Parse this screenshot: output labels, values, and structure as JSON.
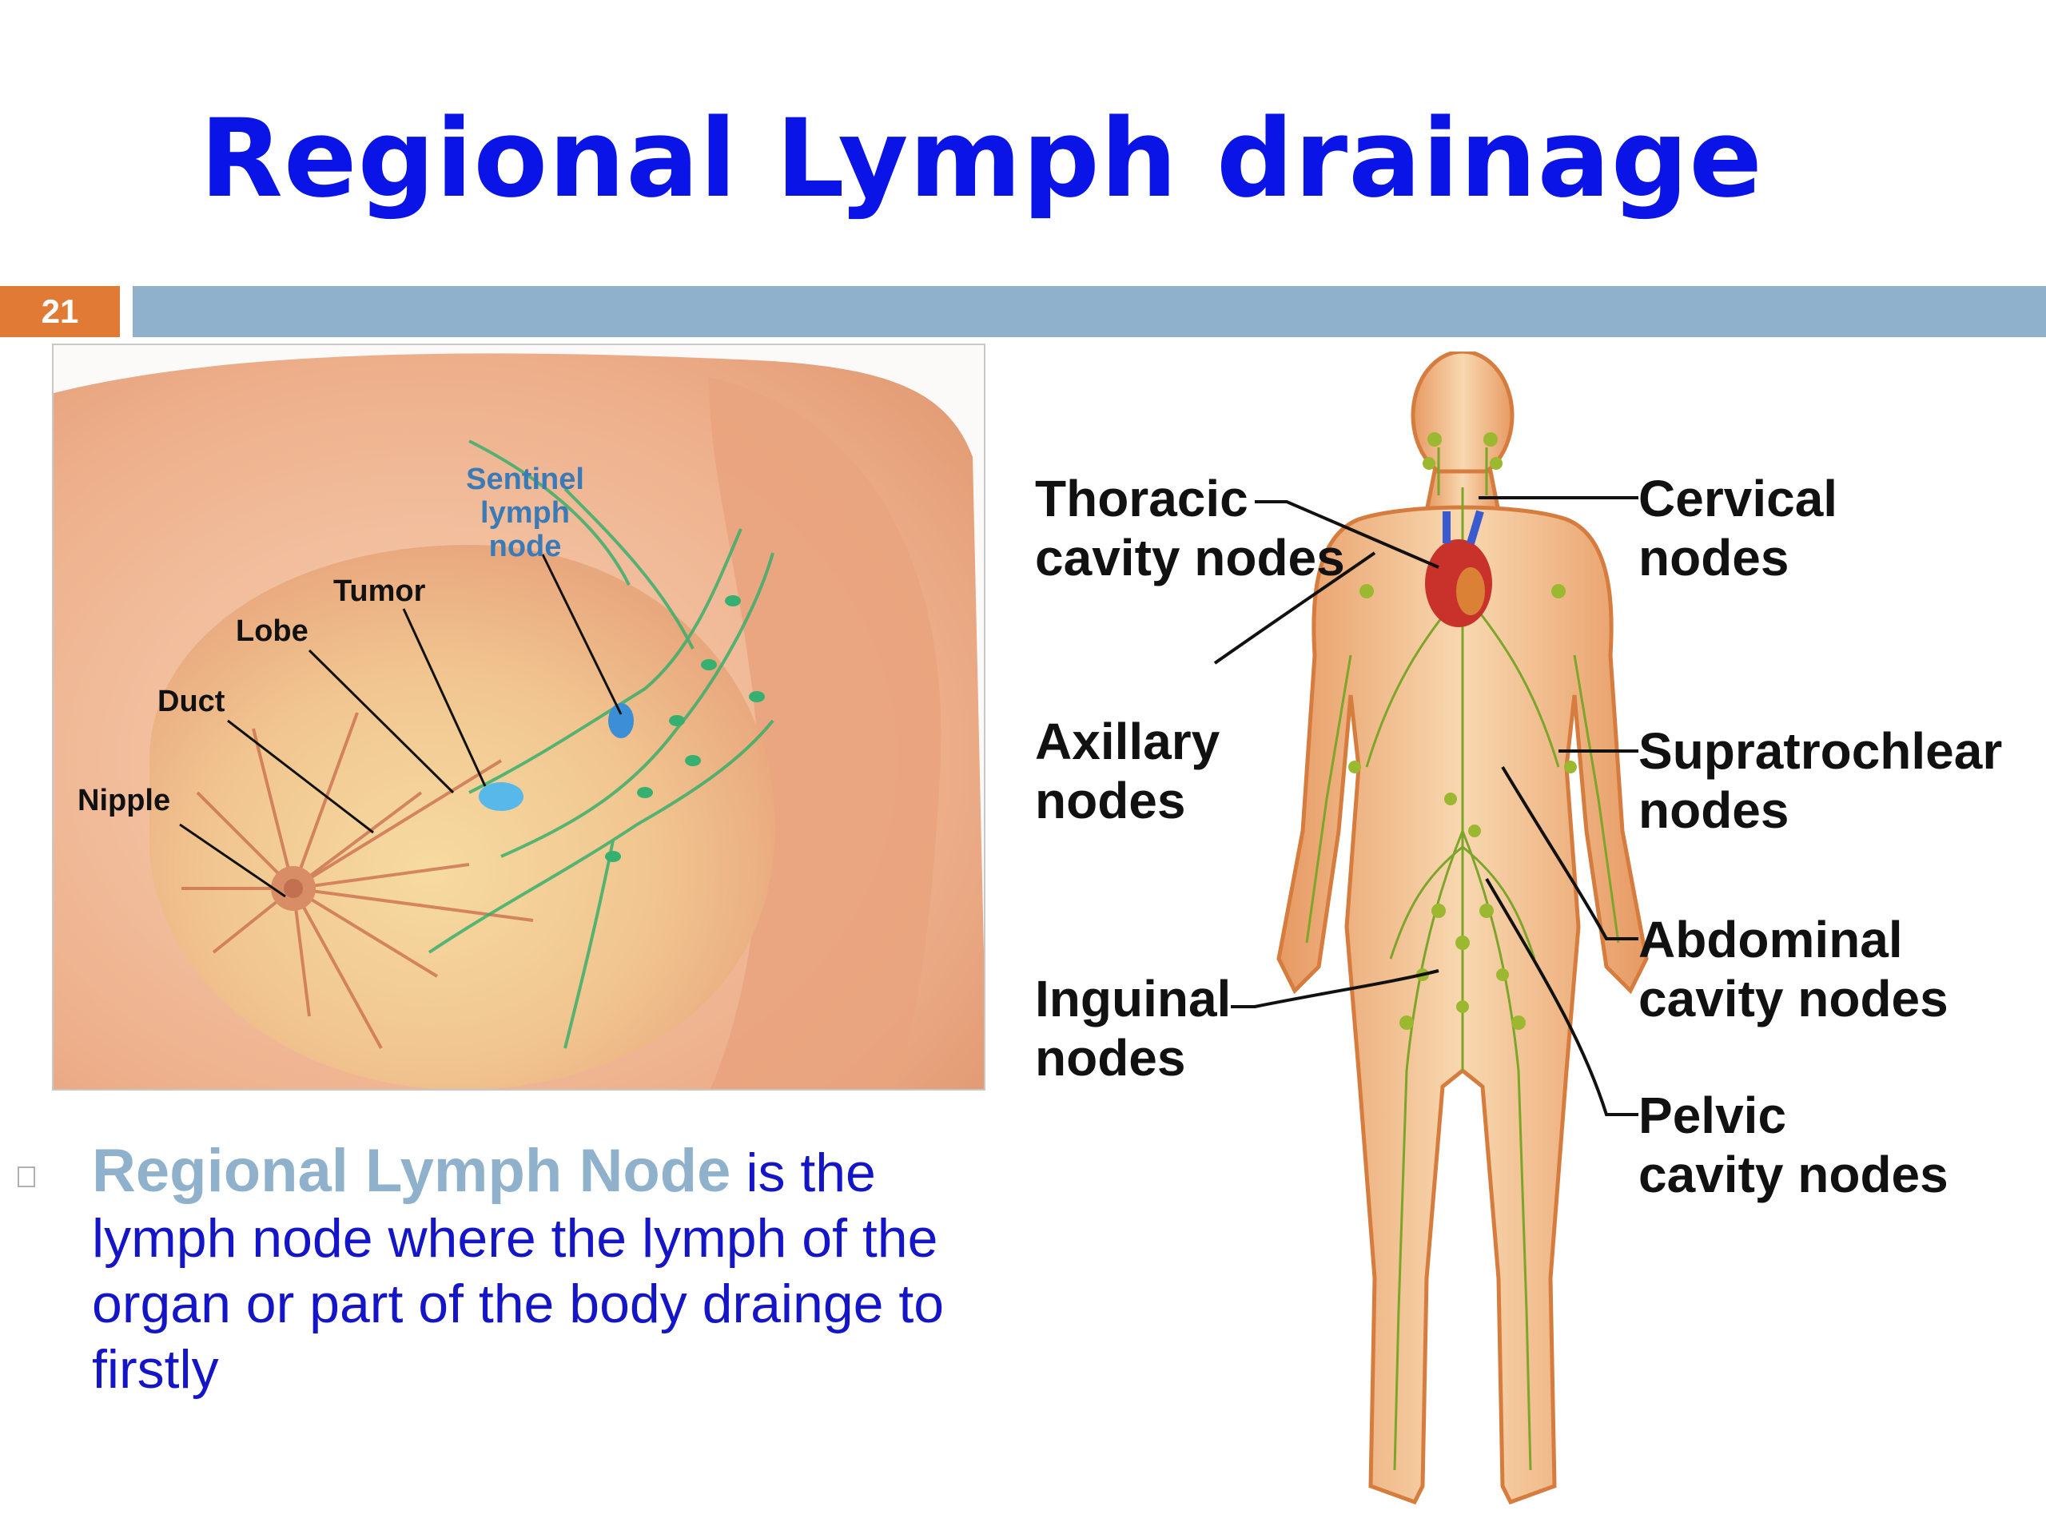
{
  "slide": {
    "title": "Regional Lymph drainage",
    "number": "21"
  },
  "breast_labels": {
    "sentinel_1": "Sentinel",
    "sentinel_2": "lymph",
    "sentinel_3": "node",
    "tumor": "Tumor",
    "lobe": "Lobe",
    "duct": "Duct",
    "nipple": "Nipple"
  },
  "body_labels": {
    "thoracic_1": "Thoracic",
    "thoracic_2": "cavity nodes",
    "cervical_1": "Cervical",
    "cervical_2": "nodes",
    "axillary_1": "Axillary",
    "axillary_2": "nodes",
    "supratrochlear_1": "Supratrochlear",
    "supratrochlear_2": "nodes",
    "abdominal_1": "Abdominal",
    "abdominal_2": "cavity nodes",
    "inguinal_1": "Inguinal",
    "inguinal_2": "nodes",
    "pelvic_1": "Pelvic",
    "pelvic_2": "cavity nodes"
  },
  "caption": {
    "term": "Regional Lymph Node",
    "rest_line1": " is the",
    "rest_more": "lymph node where the lymph of the organ or part of the body drainge to firstly"
  },
  "colors": {
    "title": "#0a14e6",
    "number_box": "#e07a35",
    "bar": "#8fb1cc",
    "caption_term": "#8fb1cc",
    "caption_text": "#1515c8"
  }
}
